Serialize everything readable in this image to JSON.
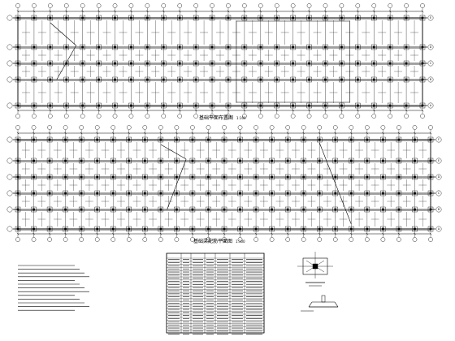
{
  "plans": [
    {
      "title": "基础平面布置图",
      "scale": "1:100"
    },
    {
      "title": "基础梁配筋平面图",
      "scale": "1:100"
    }
  ],
  "grid_axes": {
    "letters": [
      "A",
      "B",
      "C",
      "D",
      "E",
      "F"
    ]
  },
  "colors": {
    "ink": "#000000",
    "paper": "#ffffff"
  }
}
